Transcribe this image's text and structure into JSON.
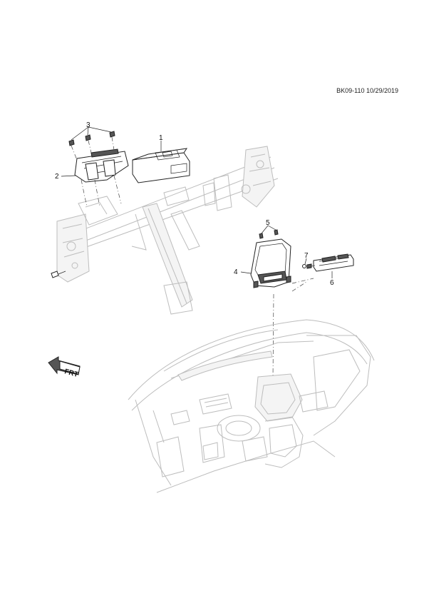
{
  "doc_id": "BK09-110 10/29/2019",
  "callouts": {
    "c1": "1",
    "c2": "2",
    "c3": "3",
    "c4": "4",
    "c5": "5",
    "c6": "6",
    "c7": "7"
  },
  "direction_arrow": {
    "label": "FRT",
    "icon": "front-direction-arrow-icon"
  },
  "colors": {
    "ghost_line": "#bdbdbd",
    "part_line": "#222222"
  }
}
